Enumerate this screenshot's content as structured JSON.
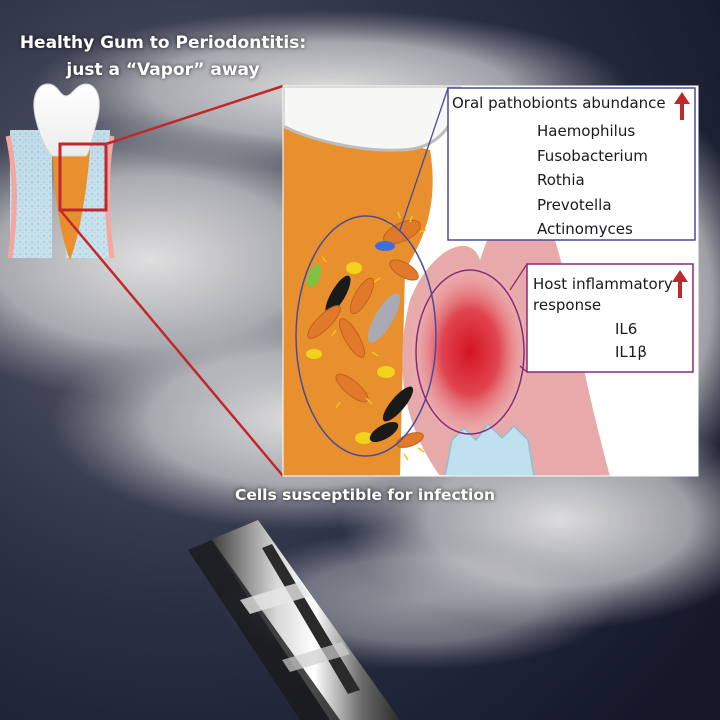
{
  "title": {
    "line1": "Healthy Gum to Periodontitis:",
    "line2": "just a “Vapor” away"
  },
  "pathobionts": {
    "heading": "Oral pathobionts abundance",
    "items": [
      "Haemophilus",
      "Fusobacterium",
      "Rothia",
      "Prevotella",
      "Actinomyces"
    ]
  },
  "inflammation": {
    "heading_line1": "Host inflammatory",
    "heading_line2": "response",
    "items": [
      "IL6",
      "IL1β"
    ]
  },
  "caption": "Cells susceptible for infection",
  "colors": {
    "callout_red": "#c0282d",
    "pathobiont_box": "#4a4a9a",
    "inflammation_box": "#8a2a7a",
    "tissue_orange": "#e8902e",
    "gum_pink": "#e7a9a9",
    "inflammation_red": "#d51f2b",
    "up_arrow": "#c0282d",
    "smoke_dark": "#1b2033"
  },
  "icons": [
    "up-arrow-icon",
    "tooth-icon",
    "bacteria-icon",
    "vape-device-icon"
  ]
}
